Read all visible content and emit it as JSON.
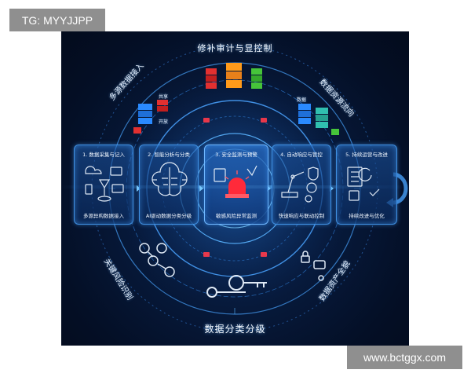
{
  "watermarks": {
    "top_left": "TG: MYYJJPP",
    "bottom_right": "www.bctggx.com"
  },
  "diagram": {
    "top_title": "修补审计与显控制",
    "bottom_title": "数据分类分级",
    "arc_left_top": "多源数据接入",
    "arc_right_top": "数据资源流向",
    "arc_left_bottom": "关键风险识别",
    "arc_right_bottom": "数据资产全貌",
    "small_labels": [
      "共享",
      "开放",
      "数据"
    ],
    "cards": [
      {
        "title": "1. 数据采集与记入",
        "subtitle": "多源异构数据接入"
      },
      {
        "title": "2. 智能分析与分类",
        "subtitle": "AI驱动数据分类分级"
      },
      {
        "title": "3. 安全监测与预警",
        "subtitle": "敏感风险异常监测"
      },
      {
        "title": "4. 自动响应与管控",
        "subtitle": "快速响应与联动控制"
      },
      {
        "title": "5. 持续运营与改进",
        "subtitle": "持续改进与优化"
      }
    ]
  },
  "colors": {
    "panel_bg": "#071a3c",
    "glow": "#3f8fe0",
    "watermark_bg": "#8f8f8f"
  }
}
